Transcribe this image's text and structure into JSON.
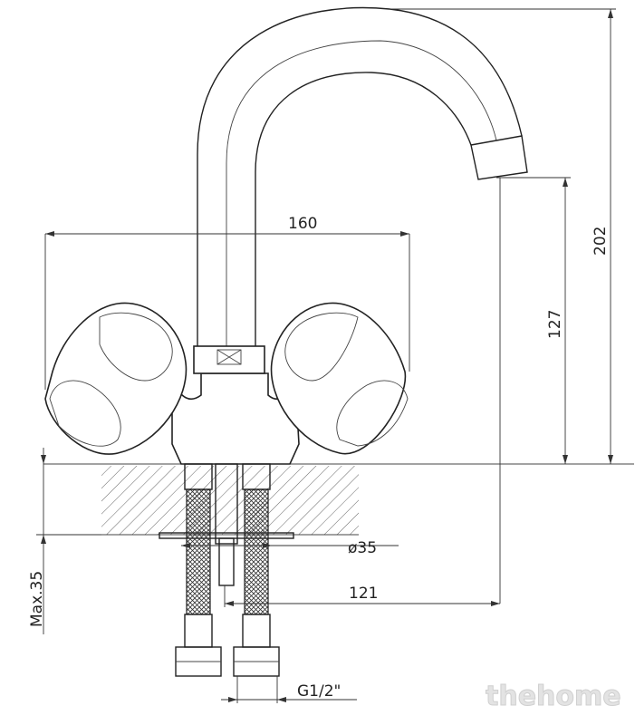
{
  "dimensions": {
    "width_top": "160",
    "height_total": "202",
    "height_spout": "127",
    "diameter_hole": "ø35",
    "distance_hose": "121",
    "max_thickness": "Max.35",
    "thread": "G1/2\""
  },
  "watermark": "thehome"
}
